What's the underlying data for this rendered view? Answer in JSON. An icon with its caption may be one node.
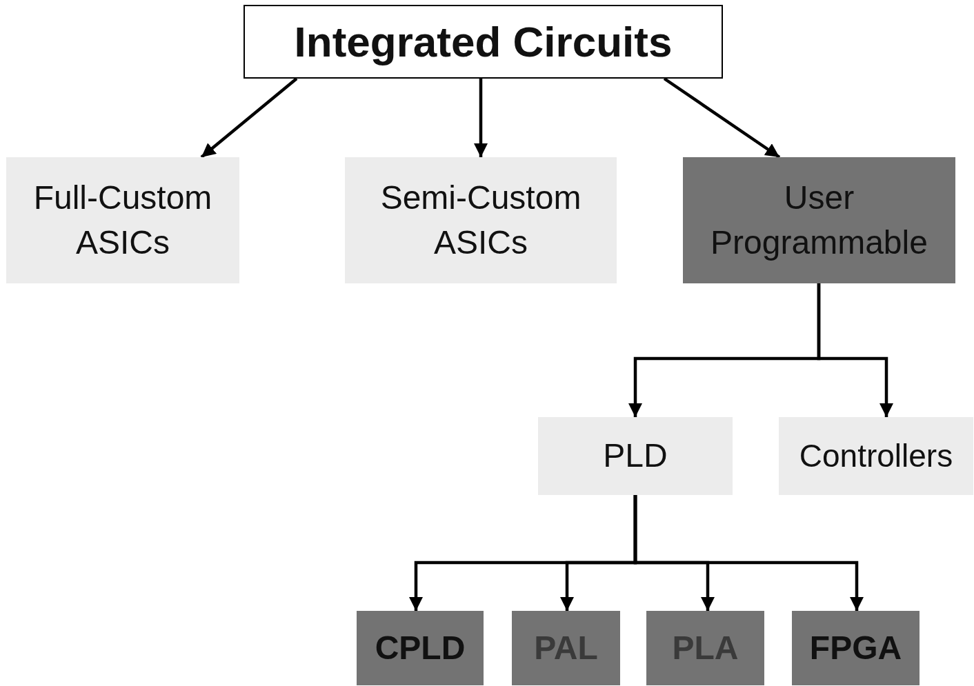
{
  "diagram": {
    "nodes": [
      {
        "text": [
          "Integrated Circuits"
        ]
      },
      {
        "text": [
          "Full-Custom ASICs"
        ]
      },
      {
        "text": [
          "Semi-Custom ASICs"
        ]
      },
      {
        "text": [
          "User Programmable"
        ]
      },
      {
        "text": [
          "PLD"
        ]
      },
      {
        "text": [
          "Controllers"
        ]
      },
      {
        "text": [
          "CPLD"
        ]
      },
      {
        "text": [
          "PAL"
        ]
      },
      {
        "text": [
          "PLA"
        ]
      },
      {
        "text": [
          "FPGA"
        ]
      }
    ],
    "edges": [
      {
        "from": 0,
        "to": 1,
        "arrow": "to"
      },
      {
        "from": 0,
        "to": 2,
        "arrow": "to"
      },
      {
        "from": 0,
        "to": 3,
        "arrow": "to"
      },
      {
        "from": 3,
        "to": 4,
        "arrow": "to"
      },
      {
        "from": 3,
        "to": 5,
        "arrow": "to"
      },
      {
        "from": 4,
        "to": 6,
        "arrow": "to"
      },
      {
        "from": 4,
        "to": 7,
        "arrow": "to"
      },
      {
        "from": 4,
        "to": 8,
        "arrow": "to"
      },
      {
        "from": 4,
        "to": 9,
        "arrow": "to"
      }
    ]
  }
}
